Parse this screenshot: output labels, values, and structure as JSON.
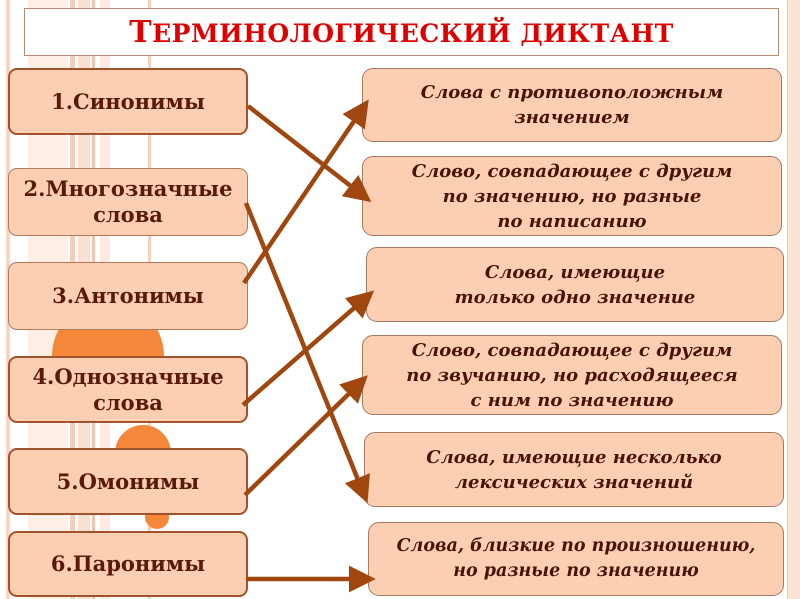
{
  "title": {
    "first_letter": "Т",
    "rest": "ерминологический диктант"
  },
  "terms": [
    {
      "label": "1.Синонимы"
    },
    {
      "label": "2.Многозначные\nслова"
    },
    {
      "label": "3.Антонимы"
    },
    {
      "label": "4.Однозначные\nслова"
    },
    {
      "label": "5.Омонимы"
    },
    {
      "label": "6.Паронимы"
    }
  ],
  "definitions": [
    {
      "text": "Слова с противоположным\nзначением"
    },
    {
      "text": "Слово, совпадающее с другим\nпо значению, но разные\nпо написанию"
    },
    {
      "text": "Слова, имеющие\nтолько одно значение"
    },
    {
      "text": "Слово, совпадающее с другим\nпо звучанию, но расходящееся\nс ним по значению"
    },
    {
      "text": "Слова, имеющие несколько\nлексических значений"
    },
    {
      "text": "Слова, близкие по произношению,\nно разные по значению"
    }
  ],
  "connections": [
    {
      "from": "1.Синонимы",
      "to": "Слово, совпадающее с другим по значению, но разные по написанию"
    },
    {
      "from": "2.Многозначные слова",
      "to": "Слова, имеющие несколько лексических значений"
    },
    {
      "from": "3.Антонимы",
      "to": "Слова с противоположным значением"
    },
    {
      "from": "4.Однозначные слова",
      "to": "Слова, имеющие только одно значение"
    },
    {
      "from": "5.Омонимы",
      "to": "Слово, совпадающее с другим по звучанию, но расходящееся с ним по значению"
    },
    {
      "from": "6.Паронимы",
      "to": "Слова, близкие по произношению, но разные по значению"
    }
  ],
  "colors": {
    "title": "#e00000",
    "box_fill": "#fccfb2",
    "box_border": "#a0532c",
    "arrow": "#a0460f",
    "text": "#5a1a0a",
    "accent_circle": "#f5873b"
  }
}
